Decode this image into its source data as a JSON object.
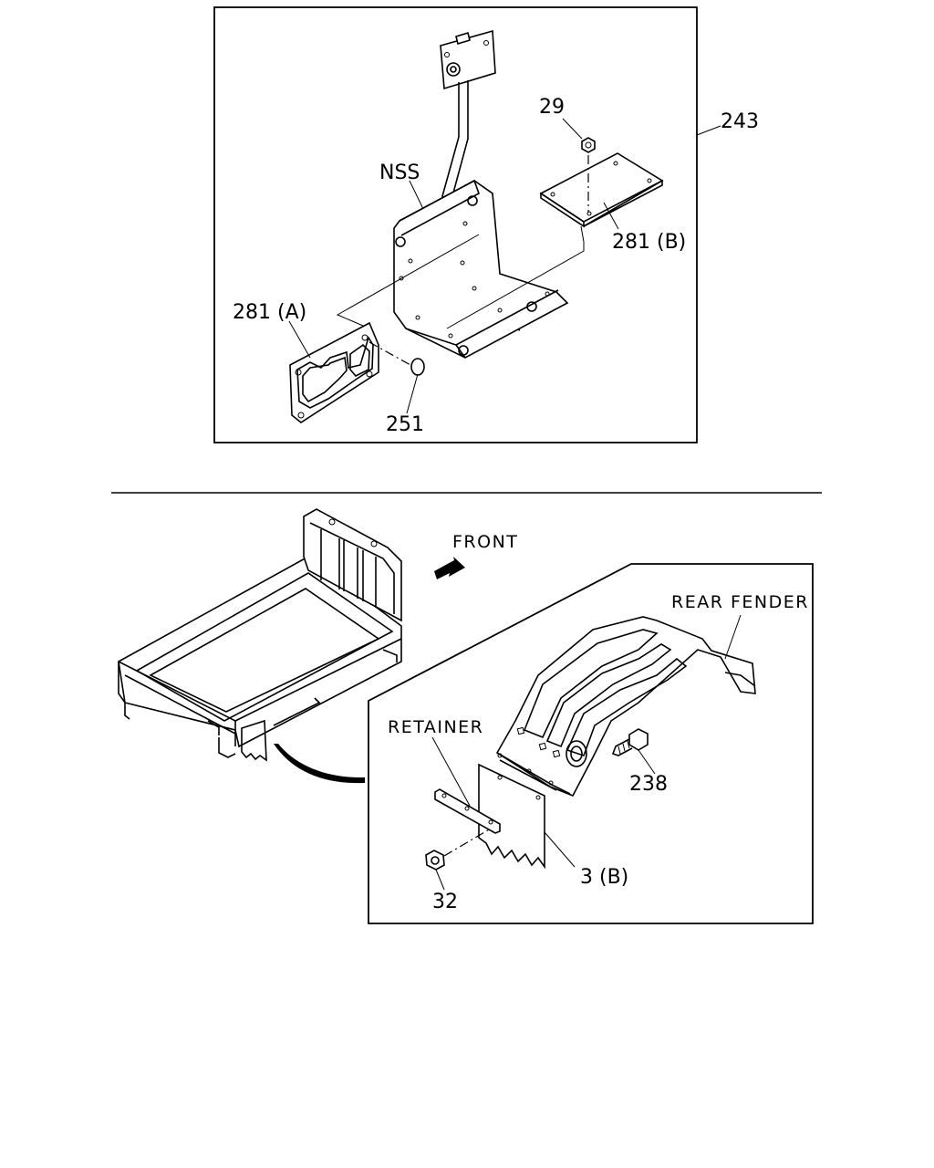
{
  "top_diagram": {
    "labels": {
      "assembly": "243",
      "nut": "29",
      "bracket": "NSS",
      "plate_b": "281 (B)",
      "plate_a": "281 (A)",
      "grommet": "251"
    }
  },
  "bottom_diagram": {
    "labels": {
      "front": "FRONT",
      "rear_fender": "REAR FENDER",
      "retainer": "RETAINER",
      "bolt": "238",
      "mudflap": "3 (B)",
      "nut": "32"
    }
  }
}
